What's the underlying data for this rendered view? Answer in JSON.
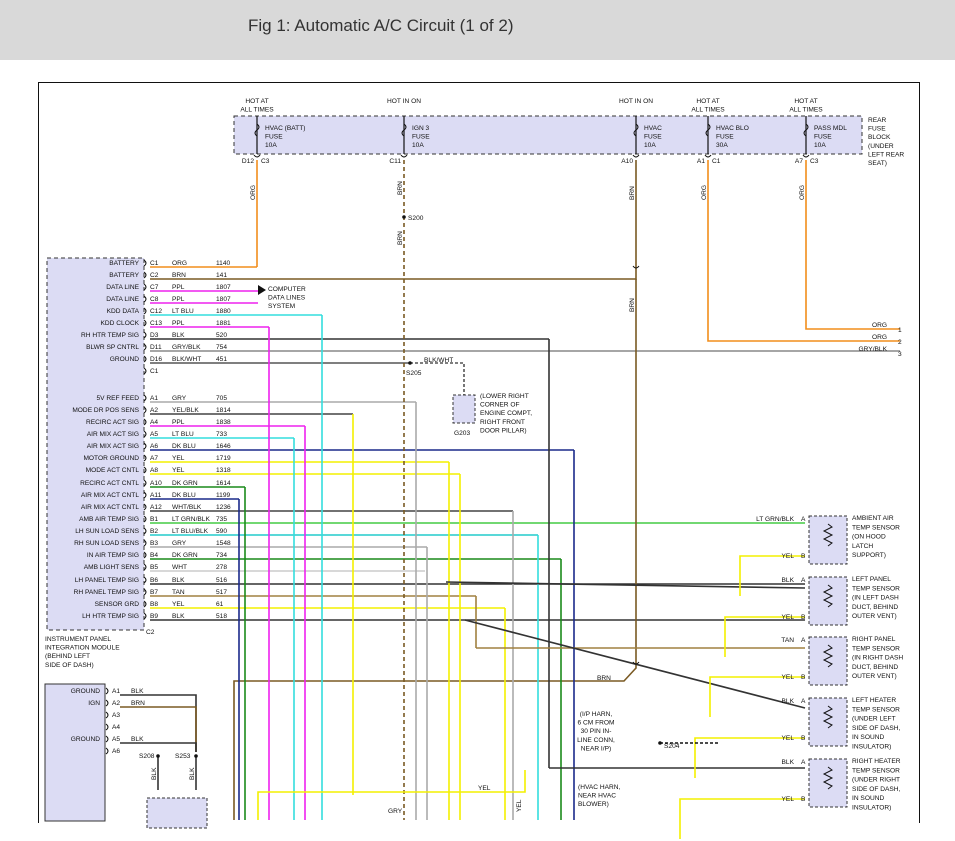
{
  "header": {
    "title": "Fig 1: Automatic A/C Circuit (1 of 2)"
  },
  "colors": {
    "ORG": "#f28e1c",
    "BRN": "#7a5a23",
    "PPL": "#ee22ee",
    "LT BLU": "#33dddd",
    "BLK": "#333333",
    "GRY": "#aaaaaa",
    "BLK/WHT": "#555555",
    "YEL": "#f4f000",
    "DK BLU": "#1a2a8a",
    "DK GRN": "#1a8a1a",
    "WHT": "#cccccc",
    "LT GRN/BLK": "#44cc44",
    "LT BLU/BLK": "#22cccc",
    "TAN": "#a08040",
    "GRY/BLK": "#888888",
    "module_fill": "#dcdcf4",
    "fuse_fill": "#dcdcf4"
  },
  "fuse_block": {
    "label": [
      "REAR",
      "FUSE",
      "BLOCK",
      "(UNDER",
      "LEFT REAR",
      "SEAT)"
    ],
    "fuses": [
      {
        "supply": [
          "HOT AT",
          "ALL TIMES"
        ],
        "name": [
          "HVAC (BATT)",
          "FUSE",
          "10A"
        ],
        "pin": "D12",
        "conn": "C3"
      },
      {
        "supply": [
          "HOT IN ON"
        ],
        "name": [
          "IGN 3",
          "FUSE",
          "10A"
        ],
        "pin": "C11",
        "conn": ""
      },
      {
        "supply": [
          "HOT IN ON"
        ],
        "name": [
          "HVAC",
          "FUSE",
          "10A"
        ],
        "pin": "A10",
        "conn": ""
      },
      {
        "supply": [
          "HOT AT",
          "ALL TIMES"
        ],
        "name": [
          "HVAC BLO",
          "FUSE",
          "30A"
        ],
        "pin": "A1",
        "conn": "C1"
      },
      {
        "supply": [
          "HOT AT",
          "ALL TIMES"
        ],
        "name": [
          "PASS MDL",
          "FUSE",
          "10A"
        ],
        "pin": "A7",
        "conn": "C3"
      }
    ]
  },
  "ipm": {
    "label": [
      "INSTRUMENT PANEL",
      "INTEGRATION MODULE",
      "(BEHIND LEFT",
      "SIDE OF DASH)"
    ],
    "bottom_conn": "C2",
    "pins": [
      {
        "name": "BATTERY",
        "pin": "C1",
        "color": "ORG",
        "circuit": "1140"
      },
      {
        "name": "BATTERY",
        "pin": "C2",
        "color": "BRN",
        "circuit": "141"
      },
      {
        "name": "DATA LINE",
        "pin": "C7",
        "color": "PPL",
        "circuit": "1807"
      },
      {
        "name": "DATA LINE",
        "pin": "C8",
        "color": "PPL",
        "circuit": "1807"
      },
      {
        "name": "KDD DATA",
        "pin": "C12",
        "color": "LT BLU",
        "circuit": "1880"
      },
      {
        "name": "KDD CLOCK",
        "pin": "C13",
        "color": "PPL",
        "circuit": "1881"
      },
      {
        "name": "RH HTR TEMP SIG",
        "pin": "D3",
        "color": "BLK",
        "circuit": "520"
      },
      {
        "name": "BLWR SP CNTRL",
        "pin": "D11",
        "color": "GRY/BLK",
        "circuit": "754"
      },
      {
        "name": "GROUND",
        "pin": "D16",
        "color": "BLK/WHT",
        "circuit": "451"
      },
      {
        "name": "",
        "pin": "C1",
        "color": "",
        "circuit": ""
      },
      {
        "name": "5V REF FEED",
        "pin": "A1",
        "color": "GRY",
        "circuit": "705"
      },
      {
        "name": "MODE DR POS SENS",
        "pin": "A2",
        "color": "YEL/BLK",
        "circuit": "1814"
      },
      {
        "name": "RECIRC ACT SIG",
        "pin": "A4",
        "color": "PPL",
        "circuit": "1838"
      },
      {
        "name": "AIR MIX ACT SIG",
        "pin": "A5",
        "color": "LT BLU",
        "circuit": "733"
      },
      {
        "name": "AIR MIX ACT SIG",
        "pin": "A6",
        "color": "DK BLU",
        "circuit": "1646"
      },
      {
        "name": "MOTOR GROUND",
        "pin": "A7",
        "color": "YEL",
        "circuit": "1719"
      },
      {
        "name": "MODE ACT CNTL",
        "pin": "A8",
        "color": "YEL",
        "circuit": "1318"
      },
      {
        "name": "RECIRC ACT CNTL",
        "pin": "A10",
        "color": "DK GRN",
        "circuit": "1614"
      },
      {
        "name": "AIR MIX ACT CNTL",
        "pin": "A11",
        "color": "DK BLU",
        "circuit": "1199"
      },
      {
        "name": "AIR MIX ACT CNTL",
        "pin": "A12",
        "color": "WHT/BLK",
        "circuit": "1236"
      },
      {
        "name": "AMB AIR TEMP SIG",
        "pin": "B1",
        "color": "LT GRN/BLK",
        "circuit": "735"
      },
      {
        "name": "LH SUN LOAD SENS",
        "pin": "B2",
        "color": "LT BLU/BLK",
        "circuit": "590"
      },
      {
        "name": "RH SUN LOAD SENS",
        "pin": "B3",
        "color": "GRY",
        "circuit": "1548"
      },
      {
        "name": "IN AIR TEMP SIG",
        "pin": "B4",
        "color": "DK GRN",
        "circuit": "734"
      },
      {
        "name": "AMB LIGHT SENS",
        "pin": "B5",
        "color": "WHT",
        "circuit": "278"
      },
      {
        "name": "LH PANEL TEMP SIG",
        "pin": "B6",
        "color": "BLK",
        "circuit": "516"
      },
      {
        "name": "RH PANEL TEMP SIG",
        "pin": "B7",
        "color": "TAN",
        "circuit": "517"
      },
      {
        "name": "SENSOR GRD",
        "pin": "B8",
        "color": "YEL",
        "circuit": "61"
      },
      {
        "name": "LH HTR TEMP SIG",
        "pin": "B9",
        "color": "BLK",
        "circuit": "518"
      }
    ]
  },
  "data_line_dest": [
    "COMPUTER",
    "DATA LINES",
    "SYSTEM"
  ],
  "lower_module": {
    "pins": [
      {
        "name": "GROUND",
        "pin": "A1",
        "color": "BLK"
      },
      {
        "name": "IGN",
        "pin": "A2",
        "color": "BRN"
      },
      {
        "name": "",
        "pin": "A3",
        "color": ""
      },
      {
        "name": "",
        "pin": "A4",
        "color": ""
      },
      {
        "name": "GROUND",
        "pin": "A5",
        "color": "BLK"
      },
      {
        "name": "",
        "pin": "A6",
        "color": ""
      }
    ],
    "splices": [
      "S208",
      "S253"
    ],
    "wire_labels": [
      "BLK",
      "BLK"
    ]
  },
  "sensors": [
    {
      "label": [
        "AMBIENT AIR",
        "TEMP SENSOR",
        "(ON HOOD",
        "LATCH",
        "SUPPORT)"
      ],
      "a_color": "LT GRN/BLK",
      "b_color": "YEL"
    },
    {
      "label": [
        "LEFT PANEL",
        "TEMP SENSOR",
        "(IN LEFT DASH",
        "DUCT, BEHIND",
        "OUTER VENT)"
      ],
      "a_color": "BLK",
      "b_color": "YEL"
    },
    {
      "label": [
        "RIGHT PANEL",
        "TEMP SENSOR",
        "(IN RIGHT DASH",
        "DUCT, BEHIND",
        "OUTER VENT)"
      ],
      "a_color": "TAN",
      "b_color": "YEL"
    },
    {
      "label": [
        "LEFT HEATER",
        "TEMP SENSOR",
        "(UNDER LEFT",
        "SIDE OF DASH,",
        "IN SOUND",
        "INSULATOR)"
      ],
      "a_color": "BLK",
      "b_color": "YEL"
    },
    {
      "label": [
        "RIGHT HEATER",
        "TEMP SENSOR",
        "(UNDER RIGHT",
        "SIDE OF DASH,",
        "IN SOUND",
        "INSULATOR)"
      ],
      "a_color": "BLK",
      "b_color": "YEL"
    }
  ],
  "pin_letters": {
    "a": "A",
    "b": "B"
  },
  "ground_g203": {
    "name": "G203",
    "label": [
      "(LOWER RIGHT",
      "CORNER OF",
      "ENGINE COMPT,",
      "RIGHT FRONT",
      "DOOR PILLAR)"
    ]
  },
  "splices": {
    "s200": "S200",
    "s205": "S205",
    "s204": "S204"
  },
  "s204_note": [
    "(I/P HARN,",
    "6 CM FROM",
    "30 PIN IN-",
    "LINE CONN,",
    "NEAR I/P)"
  ],
  "hvac_note": [
    "(HVAC HARN,",
    "NEAR HVAC",
    "BLOWER)"
  ],
  "wire_tags": {
    "org_fuse1": "ORG",
    "brn_ign": "BRN",
    "brn_ign2": "BRN",
    "brn_hvac": "BRN",
    "org_blo": "ORG",
    "org_pass": "ORG",
    "blkwht_s205": "BLK/WHT",
    "brn_low": "BRN",
    "yel_low": "YEL",
    "gry_low": "GRY",
    "yel_vert": "YEL"
  },
  "continuation": [
    {
      "color": "ORG",
      "num": "1"
    },
    {
      "color": "ORG",
      "num": "2"
    },
    {
      "color": "GRY/BLK",
      "num": "3"
    }
  ]
}
